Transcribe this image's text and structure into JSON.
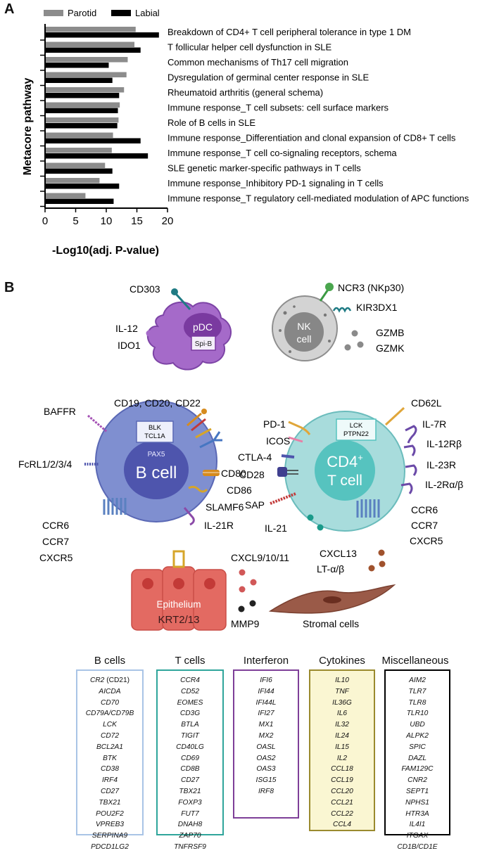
{
  "panel_a": {
    "letter": "A",
    "chart_data": {
      "type": "bar",
      "orientation": "horizontal",
      "xlabel": "-Log10(adj. P-value)",
      "ylabel": "Metacore pathway",
      "xlim": [
        0,
        20
      ],
      "xticks": [
        "0",
        "5",
        "10",
        "15",
        "20"
      ],
      "legend_position": "top-left",
      "categories": [
        "Breakdown of CD4+ T cell peripheral tolerance in type 1 DM",
        "T follicular helper cell dysfunction in SLE",
        "Common mechanisms of Th17 cell migration",
        "Dysregulation of germinal center response in SLE",
        "Rheumatoid arthritis (general schema)",
        "Immune response_T cell subsets: cell surface markers",
        "Role of B cells in SLE",
        "Immune response_Differentiation and clonal expansion of CD8+ T cells",
        "Immune response_T cell co-signaling receptors, schema",
        "SLE genetic marker-specific pathways in T cells",
        "Immune response_Inhibitory PD-1 signaling in T cells",
        "Immune response_T regulatory cell-mediated modulation of APC functions"
      ],
      "series": [
        {
          "name": "Parotid",
          "color": "#8c8c8c",
          "values": [
            14.8,
            14.6,
            13.5,
            13.3,
            12.9,
            12.2,
            12.0,
            11.1,
            10.9,
            9.8,
            8.9,
            6.6
          ]
        },
        {
          "name": "Labial",
          "color": "#000000",
          "values": [
            18.6,
            15.6,
            10.4,
            11.0,
            12.1,
            11.9,
            11.8,
            15.6,
            16.8,
            11.0,
            12.1,
            11.2
          ]
        }
      ]
    }
  },
  "panel_b": {
    "letter": "B",
    "pdc": {
      "cell_label": "pDC",
      "marker_box": "Spi-B",
      "receptor": "CD303",
      "secreted": [
        "IL-12",
        "IDO1"
      ],
      "color": "#9d5bc2"
    },
    "nk": {
      "cell_label_line1": "NK",
      "cell_label_line2": "cell",
      "receptors": [
        "NCR3 (NKp30)",
        "KIR3DX1"
      ],
      "secreted": [
        "GZMB",
        "GZMK"
      ]
    },
    "bcell": {
      "label": "B cell",
      "nucleus_label": "PAX5",
      "box_line1": "BLK",
      "box_line2": "TCL1A",
      "receptors": {
        "top": "CD19, CD20, CD22",
        "baffr": "BAFFR",
        "fcrl": "FcRL1/2/3/4",
        "cd80": "CD80",
        "cd86": "CD86",
        "slamf6": "SLAMF6",
        "il21r": "IL-21R",
        "ccr_lines": [
          "CCR6",
          "CCR7",
          "CXCR5"
        ]
      }
    },
    "tcell": {
      "label_main": "CD4",
      "label_sup": "+",
      "label_line2": "T cell",
      "box_line1": "LCK",
      "box_line2": "PTPN22",
      "receptors": {
        "pd1": "PD-1",
        "icos": "ICOS",
        "ctla4": "CTLA-4",
        "cd28": "CD28",
        "sap": "SAP",
        "il21": "IL-21",
        "cd62l": "CD62L",
        "il7r": "IL-7R",
        "il12r": "IL-12Rβ",
        "il23r": "IL-23R",
        "il2r": "IL-2Rα/β",
        "ccr_lines": [
          "CCR6",
          "CCR7",
          "CXCR5"
        ]
      }
    },
    "epithelium": {
      "line1": "Epithelium",
      "line2": "KRT2/13",
      "chemokine": "CXCL9/10/11",
      "mmp": "MMP9"
    },
    "stromal": {
      "label": "Stromal cells",
      "chemokine": "CXCL13",
      "lt": "LT-α/β"
    },
    "gene_lists": [
      {
        "title": "B cells",
        "color": "#a9c4e6",
        "genes_first": "CR2",
        "genes_first_note": " (CD21)",
        "genes": [
          "AICDA",
          "CD70",
          "CD79A/CD79B",
          "LCK",
          "CD72",
          "BCL2A1",
          "BTK",
          "CD38",
          "IRF4",
          "CD27",
          "TBX21",
          "POU2F2",
          "VPREB3",
          "SERPINA9",
          "PDCD1LG2"
        ]
      },
      {
        "title": "T cells",
        "color": "#2fa59b",
        "genes": [
          "CCR4",
          "CD52",
          "EOMES",
          "CD3G",
          "BTLA",
          "TIGIT",
          "CD40LG",
          "CD69",
          "CD8B",
          "CD27",
          "TBX21",
          "FOXP3",
          "FUT7",
          "DNAH8",
          "ZAP70",
          "TNFRSF9"
        ]
      },
      {
        "title": "Interferon",
        "color": "#7e3f98",
        "genes": [
          "IFI6",
          "IFI44",
          "IFI44L",
          "IFI27",
          "MX1",
          "MX2",
          "OASL",
          "OAS2",
          "OAS3",
          "ISG15",
          "IRF8"
        ]
      },
      {
        "title": "Cytokines",
        "color": "#9a8a2e",
        "genes": [
          "IL10",
          "TNF",
          "IL36G",
          "IL6",
          "IL32",
          "IL24",
          "IL15",
          "IL2",
          "CCL18",
          "CCL19",
          "CCL20",
          "CCL21",
          "CCL22",
          "CCL4"
        ]
      },
      {
        "title": "Miscellaneous",
        "color": "#000000",
        "genes": [
          "AIM2",
          "TLR7",
          "TLR8",
          "TLR10",
          "UBD",
          "ALPK2",
          "SPIC",
          "DAZL",
          "FAM129C",
          "CNR2",
          "SEPT1",
          "NPHS1",
          "HTR3A",
          "IL4I1",
          "ITGAX",
          "CD1B/CD1E"
        ]
      }
    ]
  }
}
